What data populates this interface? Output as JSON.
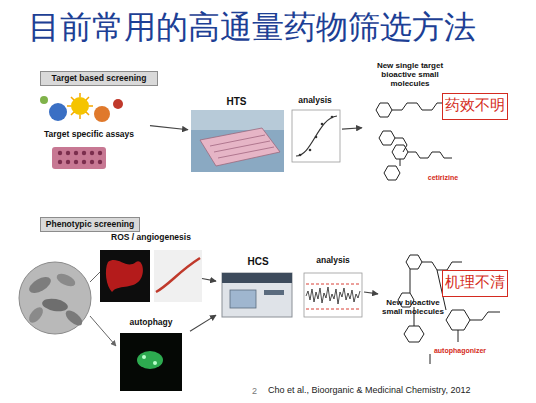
{
  "diagram": {
    "title": "目前常用的高通量药物筛选方法",
    "nodes": [
      {
        "text": [
          "Target based screening"
        ]
      },
      {
        "text": [
          "Target specific assays"
        ]
      },
      {
        "text": [
          "HTS"
        ]
      },
      {
        "text": [
          "analysis"
        ]
      },
      {
        "text": [
          "New single target bioactive small molecules",
          "cetirizine"
        ]
      },
      {
        "text": [
          "药效不明"
        ]
      },
      {
        "text": [
          "Phenotypic screening"
        ]
      },
      {
        "text": [
          "ROS / angiogenesis"
        ]
      },
      {
        "text": [
          "autophagy"
        ]
      },
      {
        "text": [
          "HCS"
        ]
      },
      {
        "text": [
          "analysis"
        ]
      },
      {
        "text": [
          "New bioactive small molecules",
          "autophagonizer"
        ]
      },
      {
        "text": [
          "机理不清"
        ]
      }
    ],
    "edges": [
      {
        "from": 1,
        "to": 2,
        "arrow": "to"
      },
      {
        "from": 3,
        "to": 4,
        "arrow": "to"
      },
      {
        "from": 7,
        "to": 9,
        "arrow": "to"
      },
      {
        "from": 8,
        "to": 9,
        "arrow": "to"
      },
      {
        "from": 10,
        "to": 11,
        "arrow": "to"
      }
    ],
    "labels": [
      "2",
      "Cho et al., Bioorganic & Medicinal Chemistry, 2012"
    ]
  }
}
